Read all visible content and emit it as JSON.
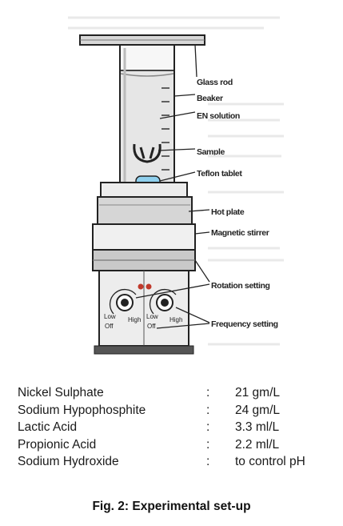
{
  "figure": {
    "labels": {
      "glass_rod": "Glass rod",
      "beaker": "Beaker",
      "en_solution": "EN solution",
      "sample": "Sample",
      "teflon_tablet": "Teflon tablet",
      "hot_plate": "Hot plate",
      "magnetic_stirrer": "Magnetic stirrer",
      "rotation_setting": "Rotation setting",
      "frequency_setting": "Frequency setting"
    },
    "knob_left": {
      "low": "Low",
      "off": "Off",
      "high": "High"
    },
    "knob_right": {
      "low": "Low",
      "off": "Off",
      "high": "High"
    },
    "colors": {
      "ink": "#222222",
      "indicator": "#c0392b",
      "solution": "#e6e6e6"
    }
  },
  "composition": [
    {
      "name": "Nickel Sulphate",
      "separator": ":",
      "value": "21 gm/L"
    },
    {
      "name": "Sodium Hypophosphite",
      "separator": ":",
      "value": "24 gm/L"
    },
    {
      "name": "Lactic Acid",
      "separator": ":",
      "value": "3.3 ml/L"
    },
    {
      "name": "Propionic Acid",
      "separator": ":",
      "value": "2.2 ml/L"
    },
    {
      "name": "Sodium Hydroxide",
      "separator": ":",
      "value": "to control pH"
    }
  ],
  "caption": "Fig. 2: Experimental set-up"
}
